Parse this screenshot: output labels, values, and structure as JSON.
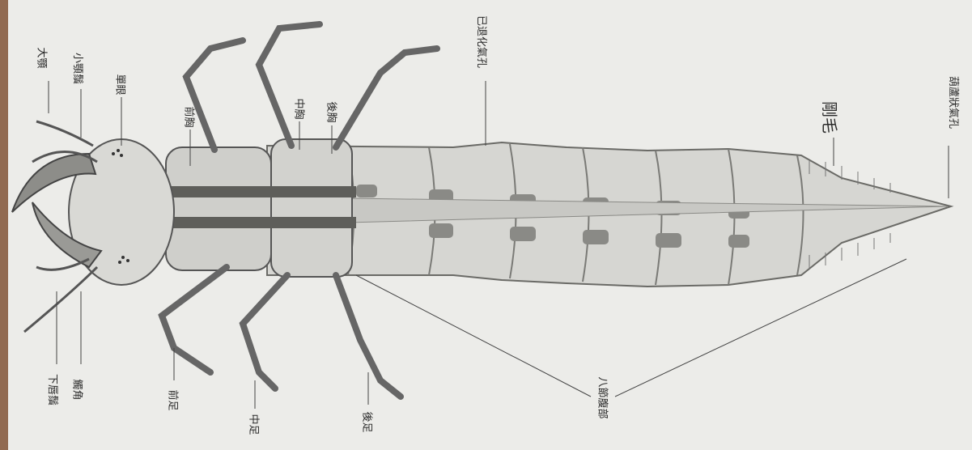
{
  "labels": {
    "mandible": "大顎",
    "maxillary_palp": "小顎鬚",
    "ocelli": "單眼",
    "prothorax": "前胸",
    "mesothorax": "中胸",
    "metathorax": "後胸",
    "spiracles_gill": "已退化氣孔",
    "setae": "剛毛",
    "spiracle_tip": "葫蘆狀氣孔",
    "labial_palp": "下唇鬚",
    "antenna": "觸角",
    "foreleg": "前足",
    "midleg": "中足",
    "hindleg": "後足",
    "abdomen": "八節腹部"
  },
  "colors": {
    "paper": "#ecece9",
    "ink": "#3a3a3a",
    "body_fill": "#cfcfcb",
    "stripe": "#6e6e6a"
  }
}
